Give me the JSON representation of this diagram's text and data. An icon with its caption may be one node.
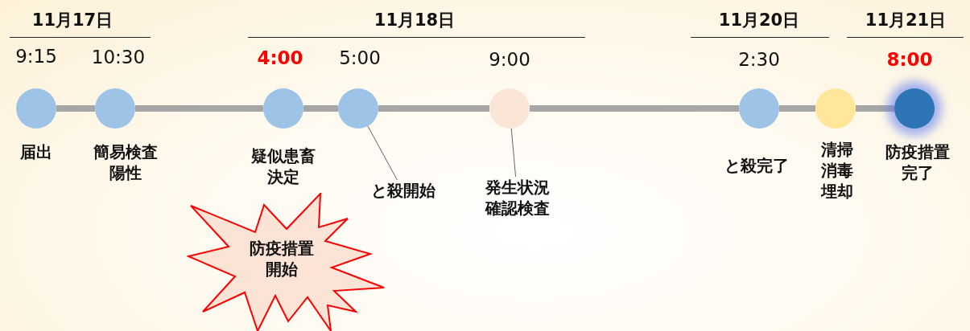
{
  "diagram": {
    "nodes": [
      {
        "text": [],
        "shape": "circle",
        "beside": [
          "9:15",
          "届出"
        ]
      },
      {
        "text": [],
        "shape": "circle",
        "beside": [
          "10:30",
          "簡易検査陽性"
        ]
      },
      {
        "text": [],
        "shape": "circle",
        "beside": [
          "4:00",
          "疑似患畜決定"
        ]
      },
      {
        "text": [],
        "shape": "circle",
        "beside": [
          "5:00"
        ]
      },
      {
        "text": [
          "と殺開始"
        ]
      },
      {
        "text": [],
        "shape": "circle",
        "beside": [
          "9:00"
        ]
      },
      {
        "text": [
          "発生状況確認検査"
        ]
      },
      {
        "text": [],
        "shape": "circle",
        "beside": [
          "2:30",
          "と殺完了"
        ]
      },
      {
        "text": [],
        "shape": "circle",
        "beside": [
          "清掃消毒埋却"
        ]
      },
      {
        "text": [],
        "shape": "circle",
        "beside": [
          "8:00",
          "防疫措置完了"
        ]
      },
      {
        "text": [
          "防疫措置開始"
        ]
      }
    ],
    "edges": [
      {
        "from": 0,
        "to": 1,
        "arrow": "none"
      },
      {
        "from": 1,
        "to": 2,
        "arrow": "none"
      },
      {
        "from": 2,
        "to": 3,
        "arrow": "none"
      },
      {
        "from": 3,
        "to": 5,
        "arrow": "none"
      },
      {
        "from": 5,
        "to": 7,
        "arrow": "none"
      },
      {
        "from": 7,
        "to": 8,
        "arrow": "none"
      },
      {
        "from": 8,
        "to": 9,
        "arrow": "none"
      },
      {
        "from": 3,
        "to": 4,
        "arrow": "none"
      },
      {
        "from": 5,
        "to": 6,
        "arrow": "none"
      }
    ],
    "labels": [
      "11月17日",
      "11月18日",
      "11月20日",
      "11月21日"
    ]
  }
}
